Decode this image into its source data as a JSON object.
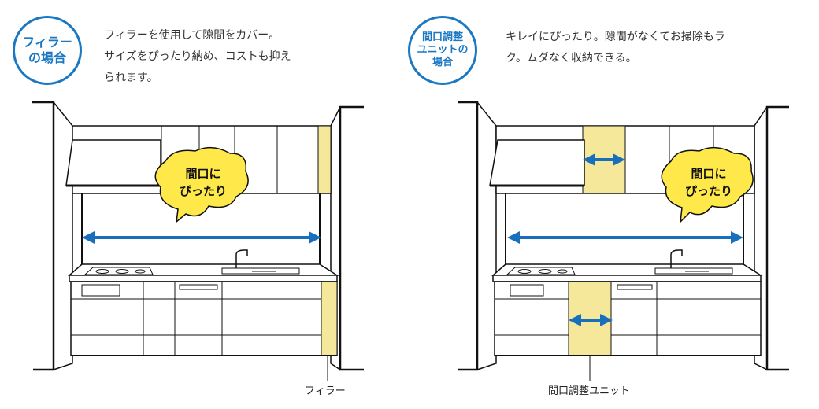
{
  "left": {
    "badge": "フィラー\nの場合",
    "description": "フィラーを使用して隙間をカバー。\nサイズをぴったり納め、コストも抑え\nられます。",
    "bubble": "間口に\nぴったり",
    "callout": "フィラー"
  },
  "right": {
    "badge": "間口調整\nユニットの\n場合",
    "description": "キレイにぴったり。隙間がなくてお掃除もラ\nク。ムダなく収納できる。",
    "bubble": "間口に\nぴったり",
    "callout": "間口調整ユニット"
  },
  "colors": {
    "accent": "#1a78c2",
    "arrow": "#1a6fbd",
    "highlight": "#f6e89a",
    "bubble": "#ffe84a",
    "line": "#111111"
  }
}
